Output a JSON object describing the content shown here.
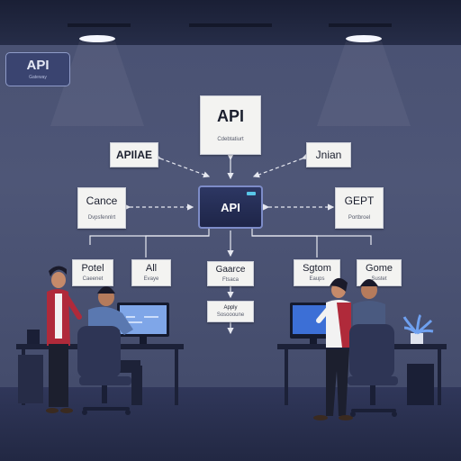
{
  "badge": {
    "title": "API",
    "subtitle": "Gateway"
  },
  "hub": {
    "label": "API"
  },
  "nodes": {
    "top": {
      "title": "API",
      "subtitle": "Cdebtatiurt"
    },
    "apilae": {
      "title": "APIlAE"
    },
    "jnian": {
      "title": "Jnian"
    },
    "cance": {
      "title": "Cance",
      "subtitle": "Dvpsfennlrt"
    },
    "gept": {
      "title": "GEPT",
      "subtitle": "Portbroel"
    },
    "potel": {
      "title": "Potel",
      "subtitle": "Caeenet"
    },
    "all": {
      "title": "All",
      "subtitle": "Evaye"
    },
    "gaarce": {
      "title": "Gaarce",
      "subtitle": "Ftsaca"
    },
    "apply": {
      "title": "Apply",
      "subtitle": "Sosoooune"
    },
    "sgtom": {
      "title": "Sgtom",
      "subtitle": "Eaups"
    },
    "gome": {
      "title": "Gome",
      "subtitle": "Sustet"
    }
  },
  "colors": {
    "wall": "#4a5273",
    "card": "#f3f3f1",
    "hub": "#1e2548",
    "accent": "#7d8cc8",
    "connector": "#e6e8f0",
    "desk": "#1c2138"
  }
}
